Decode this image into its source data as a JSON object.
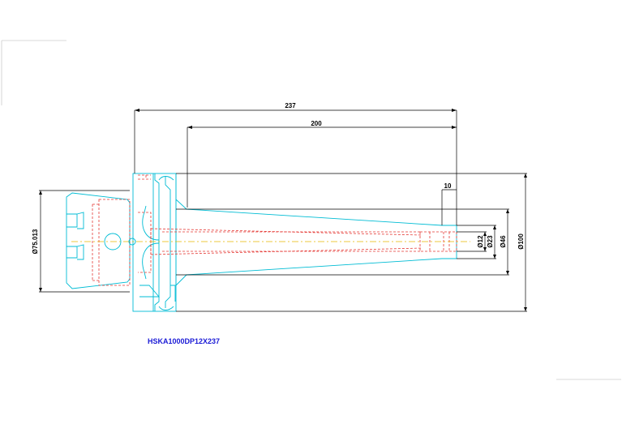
{
  "part_number": "HSKA1000DP12X237",
  "dimensions": {
    "overall_length": "237",
    "shank_length": "200",
    "tip_length": "10",
    "bore_dia": "Ø12",
    "tip_dia": "Ø23",
    "collar_dia": "Ø46",
    "flange_dia": "Ø100",
    "hsk_dia": "Ø75.013"
  },
  "colors": {
    "outline": "#00bcd4",
    "hidden": "#e53935",
    "centerline": "#e6b800",
    "dimension": "#000000",
    "label": "#1a1ad6"
  }
}
